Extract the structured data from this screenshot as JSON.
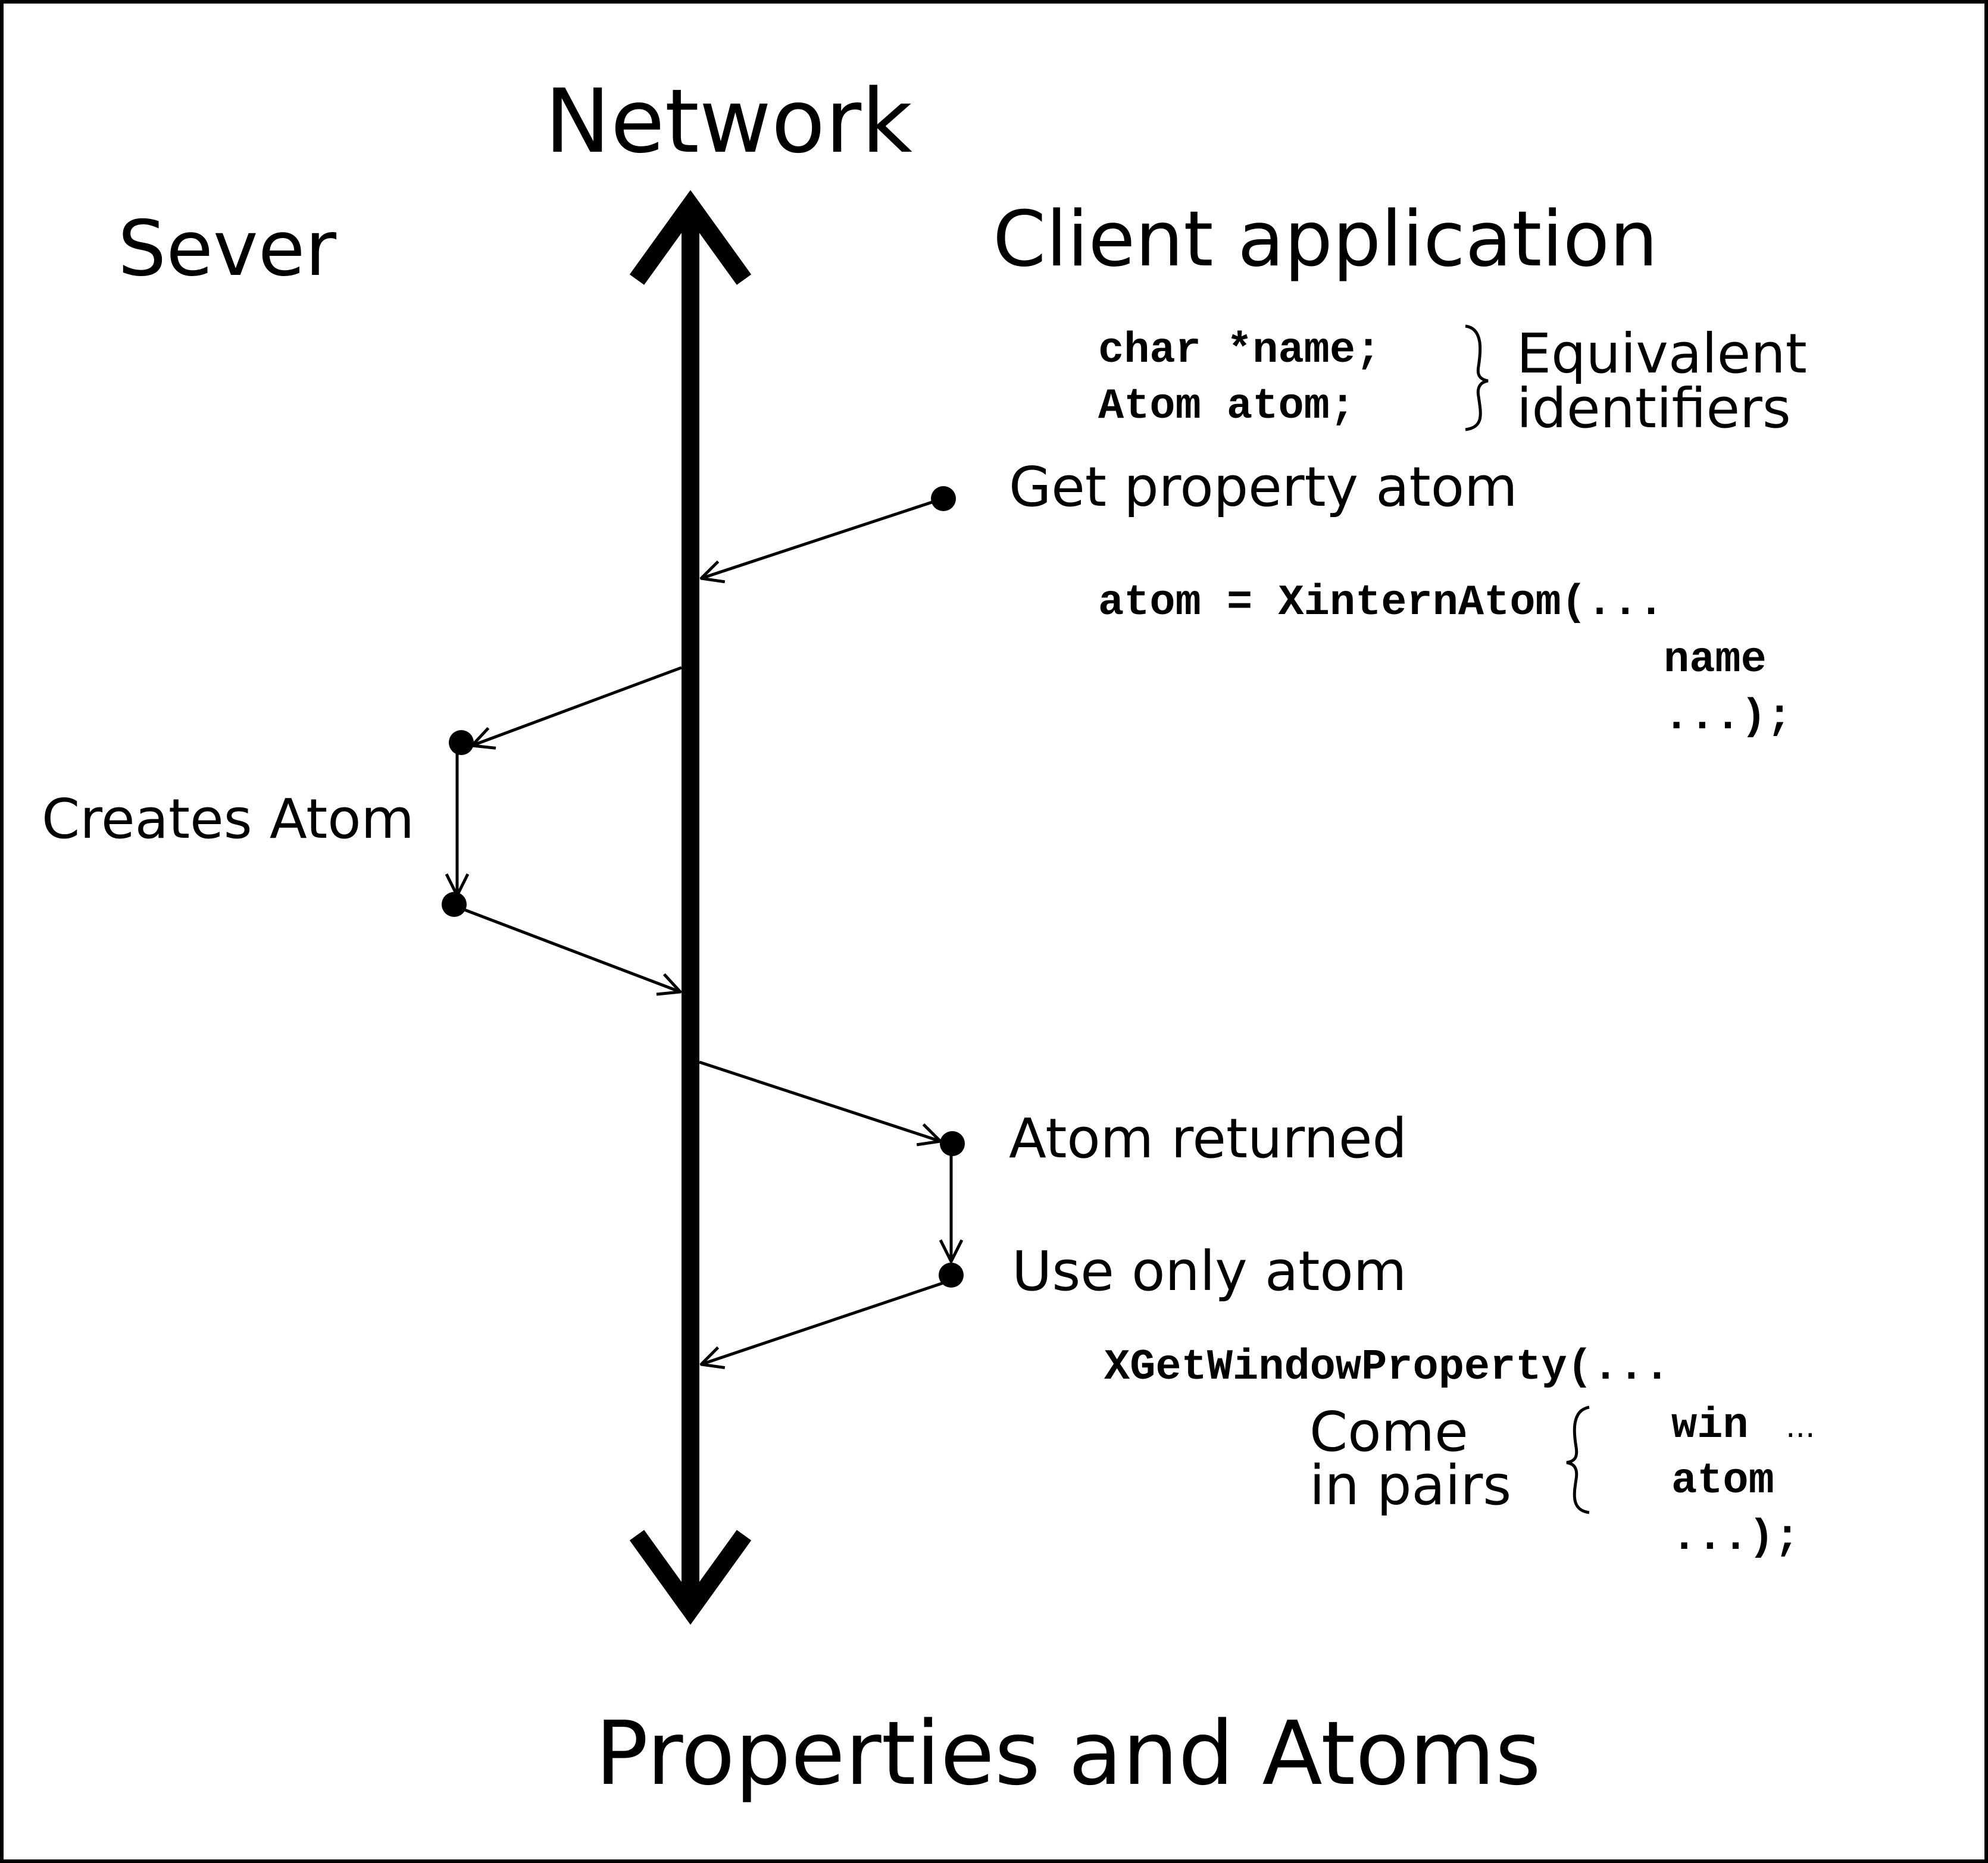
{
  "headings": {
    "network": "Network",
    "server": "Sever",
    "client": "Client application",
    "caption": "Properties and Atoms"
  },
  "declarations": {
    "line1": "char *name;",
    "line2": "Atom atom;",
    "note_line1": "Equivalent",
    "note_line2": "identifiers"
  },
  "steps": {
    "get_property_atom": "Get property atom",
    "creates_atom": "Creates Atom",
    "atom_returned": "Atom returned",
    "use_only_atom": "Use only atom"
  },
  "intern_call": {
    "line1": "atom = XinternAtom(...",
    "line2": "name",
    "line3": "...);"
  },
  "property_call": {
    "line1": "XGetWindowProperty(...",
    "arg1": "win",
    "arg1_suffix": "...",
    "arg2": "atom",
    "close": "...);",
    "note_line1": "Come",
    "note_line2": "in pairs"
  }
}
